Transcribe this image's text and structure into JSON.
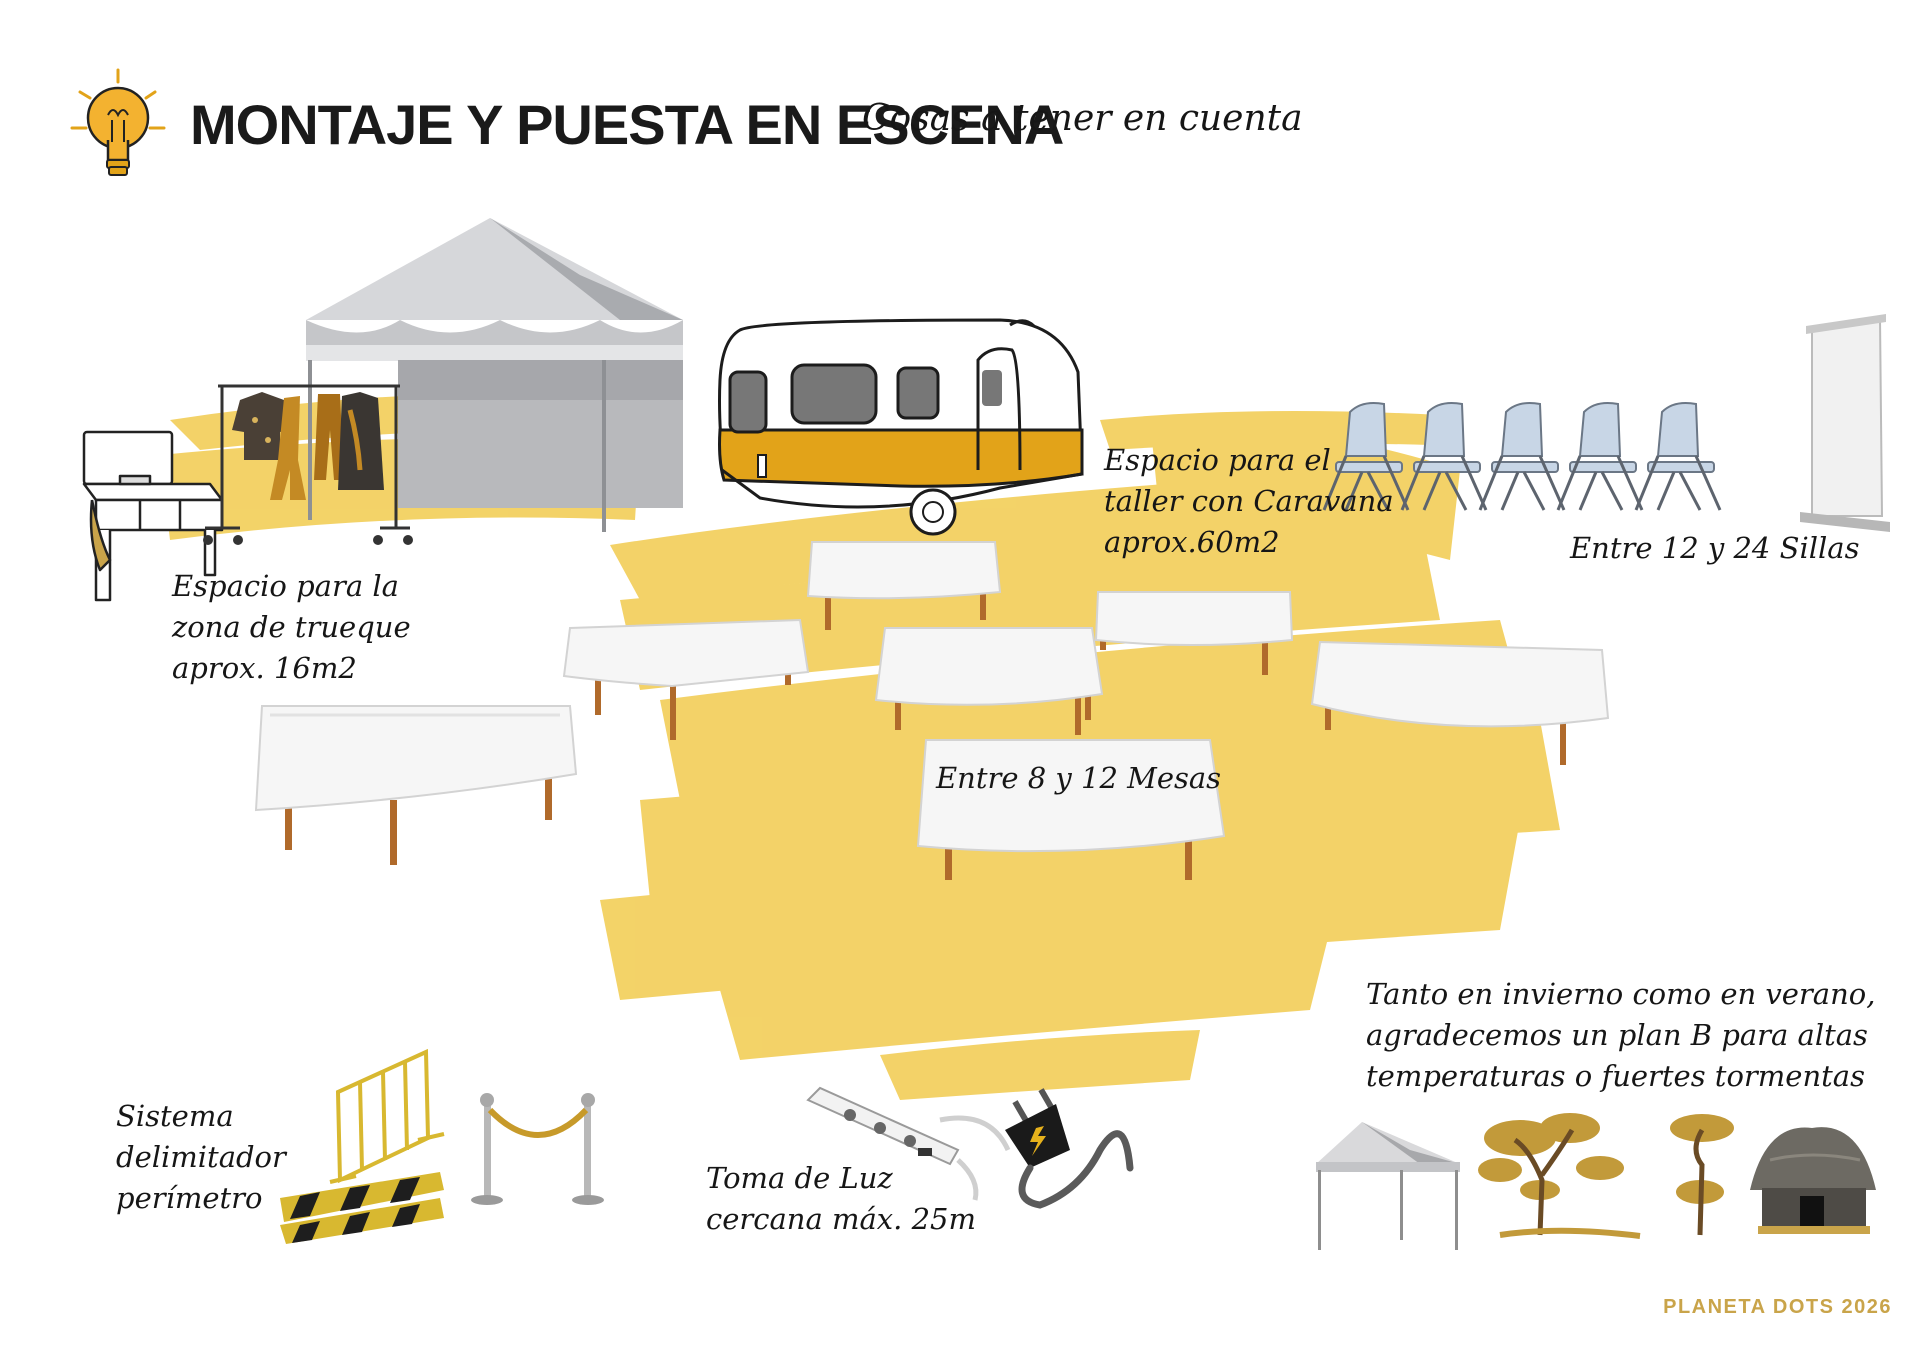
{
  "header": {
    "title": "MONTAJE Y PUESTA EN ESCENA",
    "subtitle": "Cosas a tener en cuenta",
    "icon": "lightbulb-icon"
  },
  "zones": {
    "trueque": "Espacio para la\nzona de trueque\naprox. 16m2",
    "caravana": "Espacio para el\ntaller con Caravana\naprox.60m2",
    "sillas": "Entre 12 y 24 Sillas",
    "mesas": "Entre 8 y 12 Mesas",
    "plan_b": "Tanto en invierno como en verano,\nagradecemos un plan B para altas\ntemperaturas o fuertes tormentas",
    "perimetro": "Sistema\ndelimitador\nperímetro",
    "luz": "Toma de Luz\ncercana máx. 25m"
  },
  "footer": {
    "brand": "PLANETA DOTS 2026"
  },
  "colors": {
    "accent": "#efc63c",
    "caravan": "#e2a319",
    "brand": "#c9a44a",
    "tent": "#b9bbbf",
    "chair": "#c8d6e6"
  }
}
